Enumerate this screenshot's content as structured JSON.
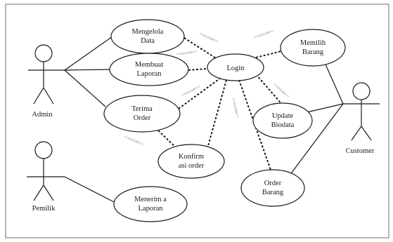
{
  "actors": {
    "admin": "Admin",
    "pemilik": "Pemilik",
    "customer": "Customer"
  },
  "use_cases": {
    "mengelola_data": [
      "Mengelola",
      "Data"
    ],
    "membuat_laporan": [
      "Membuat",
      "Laporan"
    ],
    "login": [
      "Login"
    ],
    "memilih_barang": [
      "Memilih",
      "Barang"
    ],
    "terima_order": [
      "Terima",
      "Order"
    ],
    "update_biodata": [
      "Update",
      "Biodata"
    ],
    "konfirmasi_order": [
      "Konfirm",
      "asi order"
    ],
    "order_barang": [
      "Order",
      "Barang"
    ],
    "menerima_laporan": [
      "Menerim a",
      "Laporan"
    ]
  },
  "stereotype": "<<include>>",
  "colors": {
    "line": "#1a1a1a",
    "frame": "#6b6b6b",
    "stereotype": "#8a8a8a"
  }
}
